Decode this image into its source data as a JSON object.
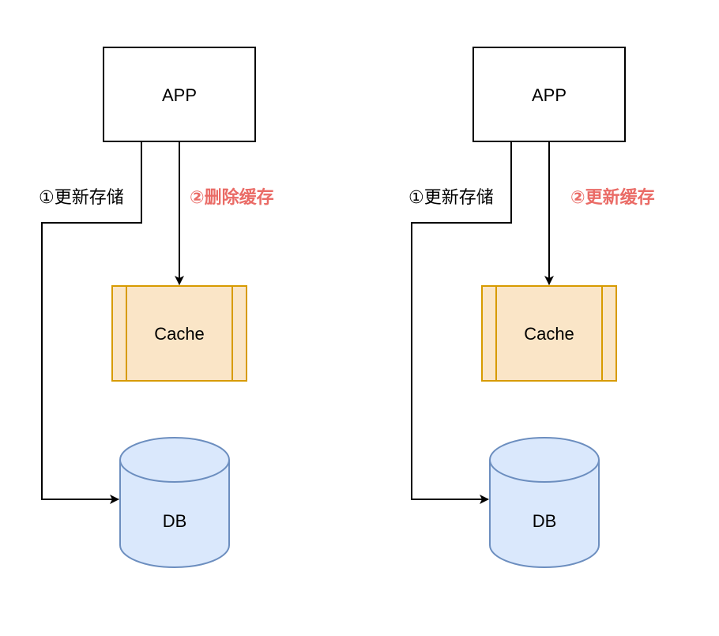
{
  "diagrams": [
    {
      "app_label": "APP",
      "cache_label": "Cache",
      "db_label": "DB",
      "step1_label": "①更新存储",
      "step2_label": "②删除缓存"
    },
    {
      "app_label": "APP",
      "cache_label": "Cache",
      "db_label": "DB",
      "step1_label": "①更新存储",
      "step2_label": "②更新缓存"
    }
  ],
  "colors": {
    "step2_text": "#ea6b66",
    "cache_fill": "#fae5c7",
    "cache_stroke": "#d79b00",
    "db_fill": "#dae8fc",
    "db_stroke": "#6c8ebf"
  }
}
